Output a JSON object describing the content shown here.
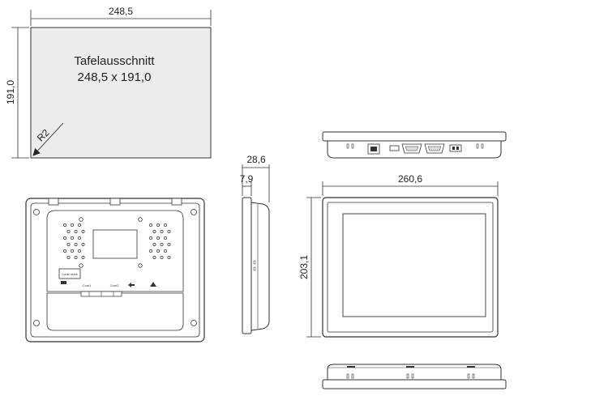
{
  "cutout": {
    "title": "Tafelausschnitt",
    "size": "248,5 x 191,0",
    "width_label": "248,5",
    "height_label": "191,0",
    "radius_label": "R2"
  },
  "side_view": {
    "depth_label": "28,6",
    "front_label": "7,9"
  },
  "front_view": {
    "width_label": "260,6",
    "height_label": "203,1"
  },
  "rear_view": {
    "label_plate": "Code mark",
    "port_label_1": "Com1",
    "port_label_2": "Com2"
  }
}
